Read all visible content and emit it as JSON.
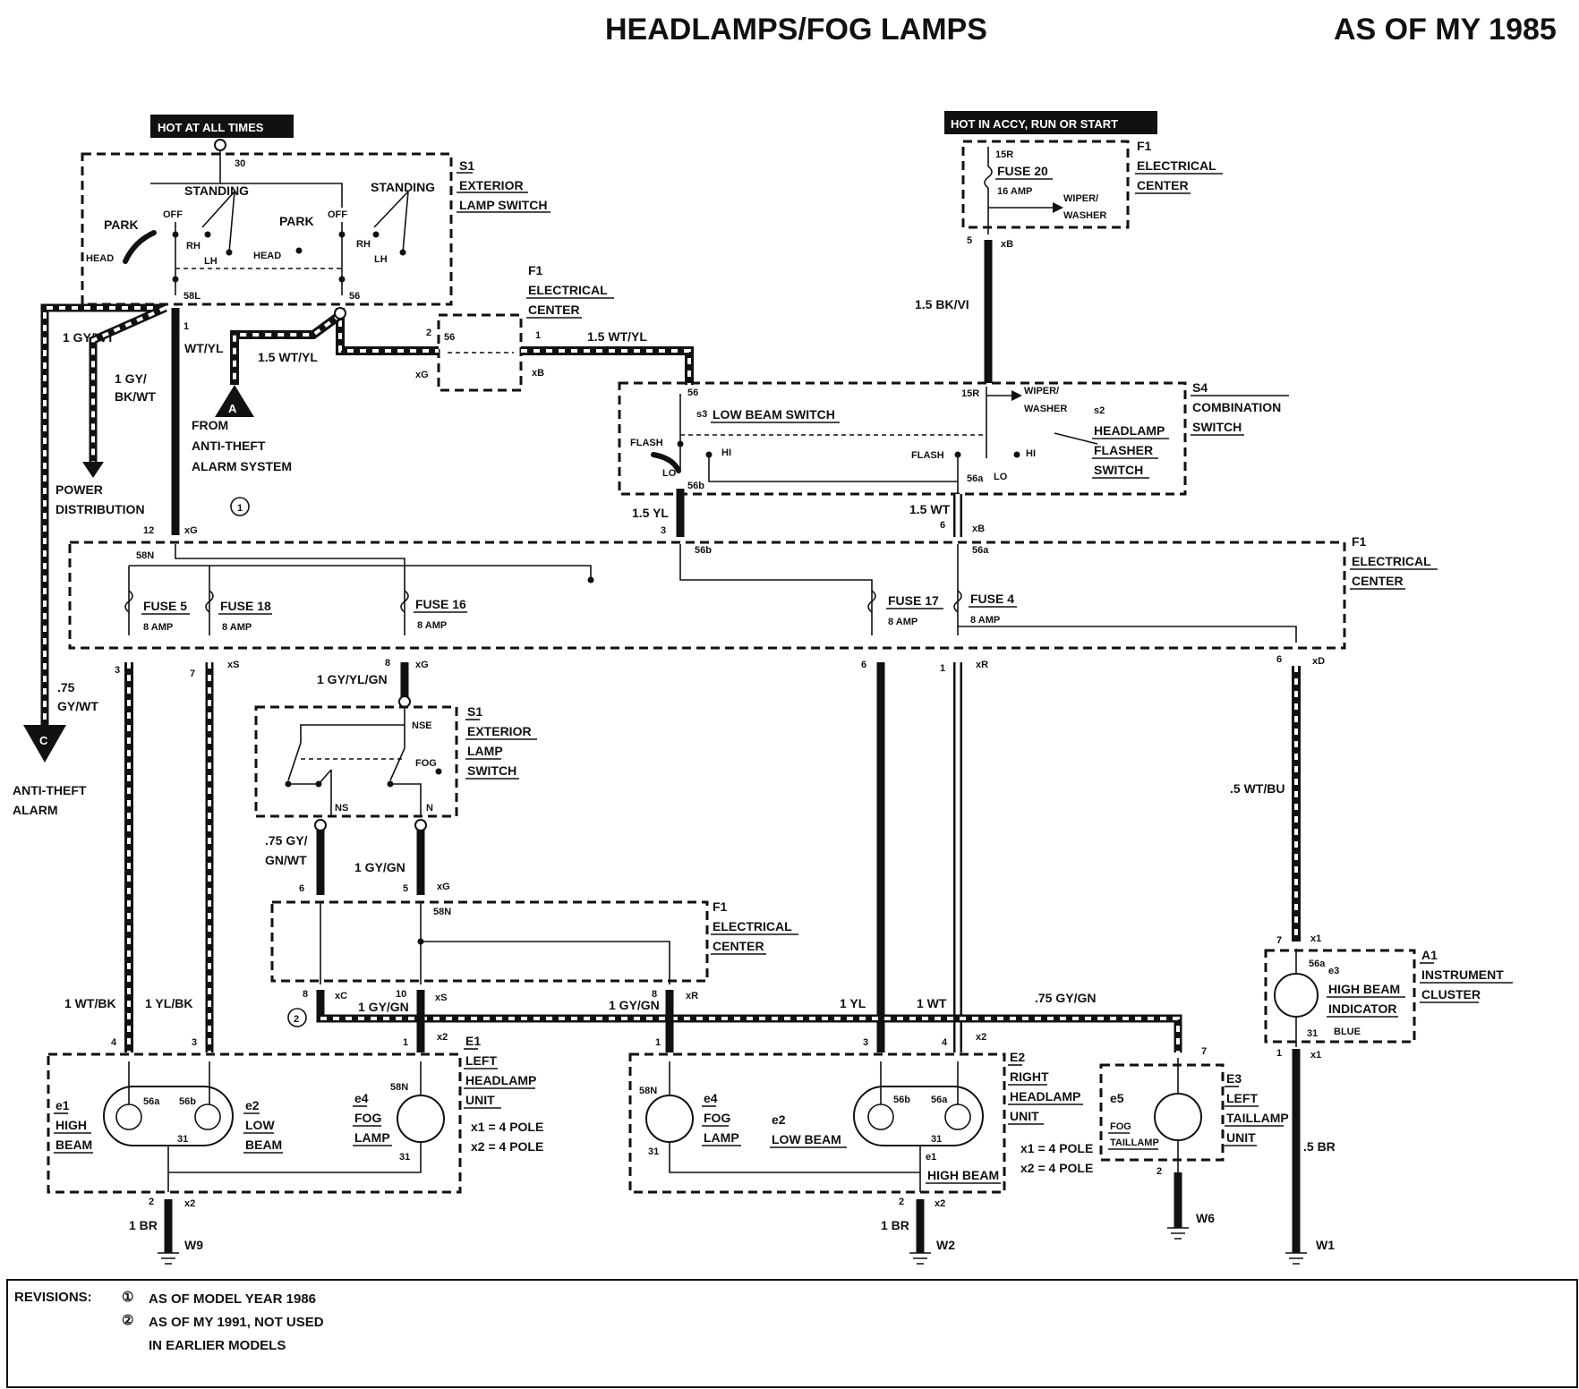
{
  "header": {
    "title": "HEADLAMPS/FOG LAMPS",
    "applicability": "AS OF MY 1985"
  },
  "power_tags": {
    "hot_always": "HOT AT ALL TIMES",
    "hot_accy": "HOT IN ACCY, RUN OR START"
  },
  "components": {
    "s1_top": {
      "id": "S1",
      "line1": "EXTERIOR",
      "line2": "LAMP SWITCH"
    },
    "s1_mid": {
      "id": "S1",
      "line1": "EXTERIOR",
      "line2": "LAMP",
      "line3": "SWITCH"
    },
    "f1": {
      "id": "F1",
      "line1": "ELECTRICAL",
      "line2": "CENTER"
    },
    "s4": {
      "id": "S4",
      "line1": "COMBINATION",
      "line2": "SWITCH"
    },
    "s2": {
      "id": "s2",
      "line1": "HEADLAMP",
      "line2": "FLASHER",
      "line3": "SWITCH"
    },
    "s3": {
      "id": "s3",
      "label": "LOW BEAM SWITCH"
    },
    "e1": {
      "id": "E1",
      "line1": "LEFT",
      "line2": "HEADLAMP",
      "line3": "UNIT"
    },
    "e2": {
      "id": "E2",
      "line1": "RIGHT",
      "line2": "HEADLAMP",
      "line3": "UNIT"
    },
    "e3": {
      "id": "E3",
      "line1": "LEFT",
      "line2": "TAILLAMP",
      "line3": "UNIT"
    },
    "a1": {
      "id": "A1",
      "line1": "INSTRUMENT",
      "line2": "CLUSTER"
    },
    "e3i": {
      "id": "e3",
      "line1": "HIGH BEAM",
      "line2": "INDICATOR",
      "color": "BLUE"
    },
    "bulb_e1": {
      "id": "e1",
      "line1": "HIGH",
      "line2": "BEAM"
    },
    "bulb_e2": {
      "id": "e2",
      "line1": "LOW",
      "line2": "BEAM"
    },
    "bulb_e4": {
      "id": "e4",
      "line1": "FOG",
      "line2": "LAMP"
    },
    "bulb_e2r": {
      "id": "e2",
      "label": "LOW BEAM"
    },
    "bulb_e1r": {
      "id": "e1",
      "label": "HIGH BEAM"
    },
    "bulb_e5": {
      "id": "e5",
      "line1": "FOG",
      "line2": "TAILLAMP"
    }
  },
  "fuses": {
    "f20": {
      "name": "FUSE 20",
      "amp": "16 AMP"
    },
    "f5": {
      "name": "FUSE 5",
      "amp": "8 AMP"
    },
    "f18": {
      "name": "FUSE 18",
      "amp": "8 AMP"
    },
    "f16": {
      "name": "FUSE 16",
      "amp": "8 AMP"
    },
    "f17": {
      "name": "FUSE 17",
      "amp": "8 AMP"
    },
    "f4": {
      "name": "FUSE 4",
      "amp": "8 AMP"
    }
  },
  "switch_labels": {
    "standing": "STANDING",
    "park": "PARK",
    "off": "OFF",
    "head": "HEAD",
    "rh": "RH",
    "lh": "LH",
    "flash": "FLASH",
    "lo": "LO",
    "hi": "HI",
    "wiper_washer_1": "WIPER/",
    "wiper_washer_2": "WASHER",
    "nse": "NSE",
    "fog": "FOG",
    "ns": "NS",
    "n": "N",
    "x1_pole": "x1 = 4 POLE",
    "x2_pole": "x2 = 4 POLE"
  },
  "wires": {
    "gy_wt": "1 GY/WT",
    "gy_bk_wt_1": "1 GY/",
    "gy_bk_wt_2": "BK/WT",
    "wt_yl_1": "WT/YL",
    "wt_yl_15a": "1.5 WT/YL",
    "wt_yl_15b": "1.5 WT/YL",
    "bk_vi": "1.5 BK/VI",
    "yl15": "1.5 YL",
    "wt15": "1.5 WT",
    "gy_yl_gn": "1 GY/YL/GN",
    "gy_gn_wt_1": ".75 GY/",
    "gy_gn_wt_2": "GN/WT",
    "gy_gn_a": "1 GY/GN",
    "gy_gn_b": "1 GY/GN",
    "gy_gn_c": "1 GY/GN",
    "gy_gn_75": ".75 GY/GN",
    "wt_bk": "1 WT/BK",
    "yl_bk": "1 YL/BK",
    "yl1": "1 YL",
    "wt1": "1 WT",
    "wt_bu": ".5 WT/BU",
    "gy_wt75_1": ".75",
    "gy_wt75_2": "GY/WT",
    "br1a": "1 BR",
    "br1b": "1 BR",
    "br5": ".5 BR"
  },
  "connectors": {
    "xg": "xG",
    "xb": "xB",
    "xs": "xS",
    "xr": "xR",
    "xd": "xD",
    "xc": "xC",
    "x1": "x1",
    "x2": "x2"
  },
  "terminals": {
    "t30": "30",
    "t58l": "58L",
    "t56": "56",
    "t1": "1",
    "t2": "2",
    "t5": "5",
    "t15r": "15R",
    "t56a": "56a",
    "t56b": "56b",
    "t58n": "58N",
    "t31": "31",
    "t3": "3",
    "t4": "4",
    "t6": "6",
    "t7": "7",
    "t8": "8",
    "t10": "10",
    "t12": "12"
  },
  "refs": {
    "a": "A",
    "c": "C",
    "from_1": "FROM",
    "from_2": "ANTI-THEFT",
    "from_3": "ALARM SYSTEM",
    "power_1": "POWER",
    "power_2": "DISTRIBUTION",
    "alarm_1": "ANTI-THEFT",
    "alarm_2": "ALARM"
  },
  "grounds": {
    "w9": "W9",
    "w2": "W2",
    "w6": "W6",
    "w1": "W1"
  },
  "revisions": {
    "label": "REVISIONS:",
    "marker1": "①",
    "marker2": "②",
    "r1": "AS OF MODEL YEAR 1986",
    "r2_line1": "AS OF MY 1991, NOT USED",
    "r2_line2": "IN EARLIER MODELS"
  }
}
